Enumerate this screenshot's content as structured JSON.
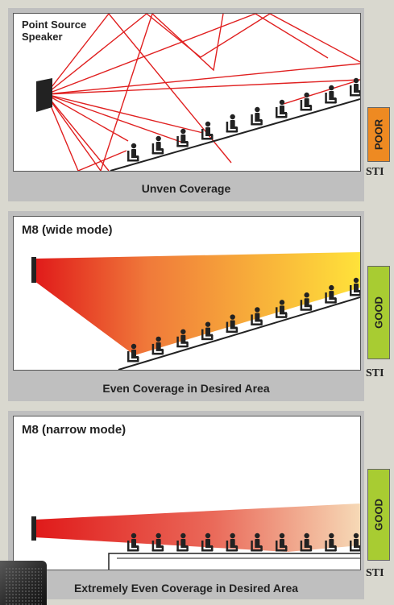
{
  "panels": [
    {
      "label": "Point Source\nSpeaker",
      "caption": "Unven Coverage",
      "rating": "POOR",
      "rating_color": "#ee8a22",
      "sti": "STI"
    },
    {
      "label": "M8 (wide mode)",
      "caption": "Even Coverage in Desired Area",
      "rating": "GOOD",
      "rating_color": "#a8cc32",
      "sti": "STI"
    },
    {
      "label": "M8 (narrow mode)",
      "caption": "Extremely Even Coverage in Desired Area",
      "rating": "GOOD",
      "rating_color": "#a8cc32",
      "sti": "STI"
    }
  ],
  "colors": {
    "ray": "#e02020",
    "beam_start": "#e01a1a",
    "beam_end": "#ffe23a",
    "speaker": "#222222"
  }
}
